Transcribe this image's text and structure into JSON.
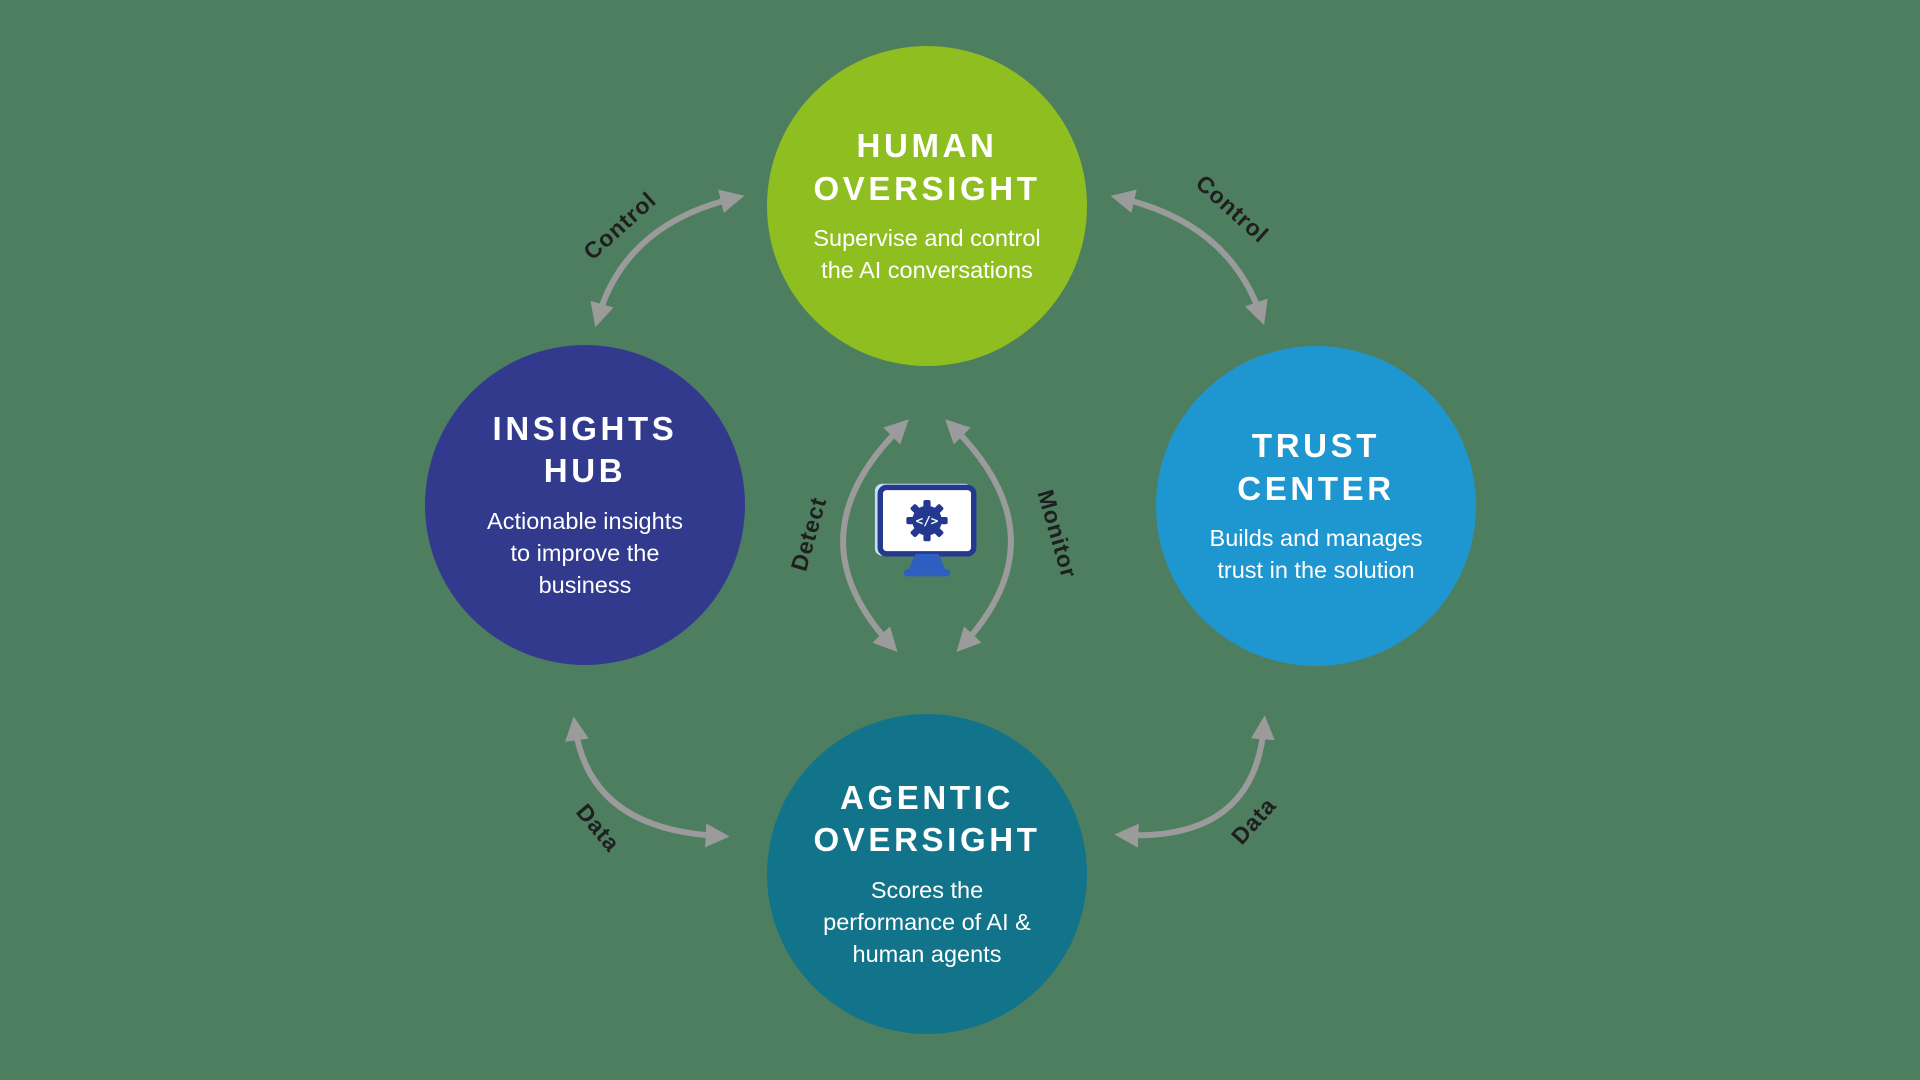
{
  "colors": {
    "background": "#4e7e60",
    "arrow": "#9b9b9b",
    "edge_label": "#1f1f1f",
    "icon_navy": "#24388f",
    "icon_blue": "#2e5fc0"
  },
  "nodes": {
    "human_oversight": {
      "title": "HUMAN\nOVERSIGHT",
      "description": "Supervise and control\nthe AI conversations",
      "color": "#8fbe21"
    },
    "trust_center": {
      "title": "TRUST\nCENTER",
      "description": "Builds and manages\ntrust in the solution",
      "color": "#1e96cf"
    },
    "agentic_oversight": {
      "title": "AGENTIC\nOVERSIGHT",
      "description": "Scores the\nperformance of AI &\nhuman agents",
      "color": "#11748a"
    },
    "insights_hub": {
      "title": "INSIGHTS\nHUB",
      "description": "Actionable insights\nto improve the\nbusiness",
      "color": "#323a8e"
    }
  },
  "edges": {
    "control_top_left": "Control",
    "control_top_right": "Control",
    "data_bottom_left": "Data",
    "data_bottom_right": "Data",
    "detect": "Detect",
    "monitor": "Monitor"
  },
  "center_icon": {
    "name": "monitor-gear-code-icon",
    "code_glyph": "</>"
  }
}
